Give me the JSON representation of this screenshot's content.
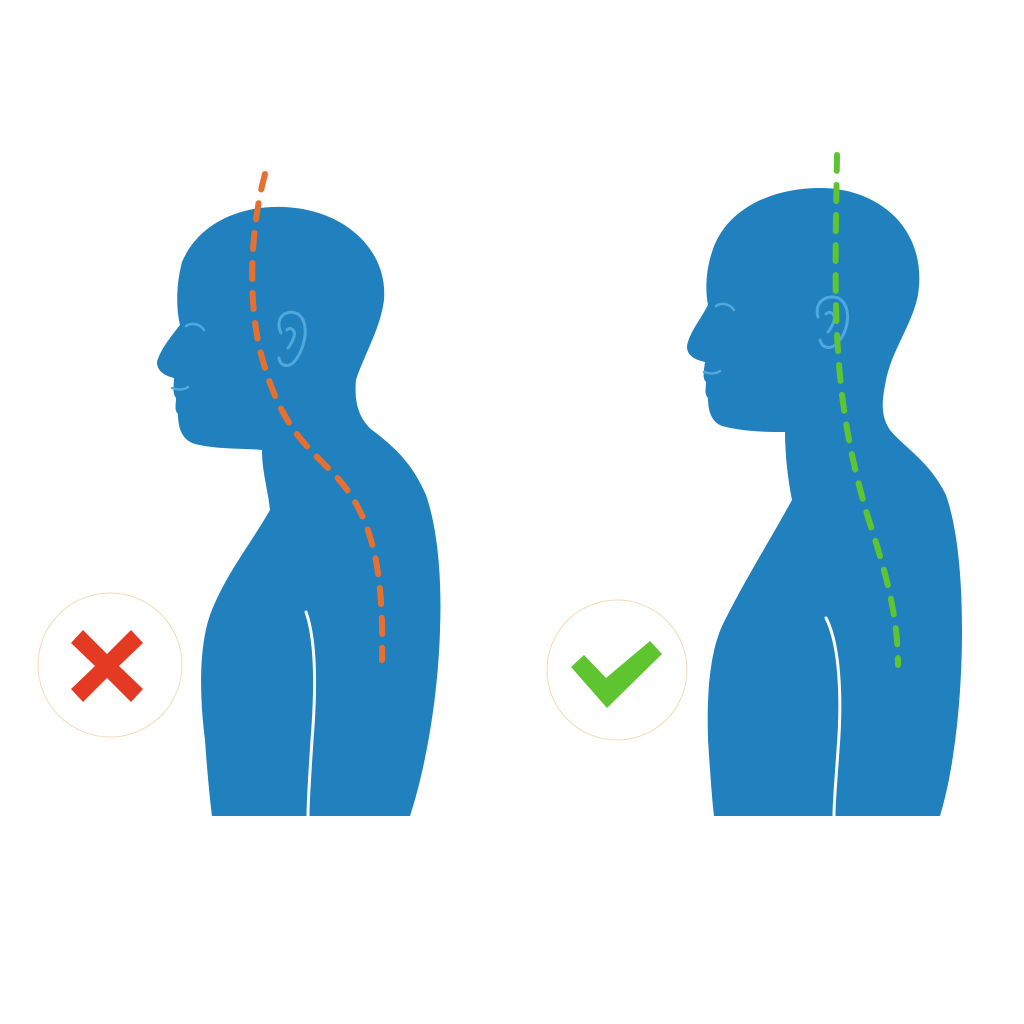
{
  "colors": {
    "body_fill": "#2181bf",
    "ear_stroke": "#4fa8de",
    "bad_spine": "#e8702f",
    "good_spine": "#5ec430",
    "bad_mark": "#e43a23",
    "good_mark": "#5ec430",
    "badge_border": "#f0dcb4"
  },
  "panels": [
    {
      "id": "bad-posture",
      "posture": "forward head",
      "status": "incorrect",
      "mark_icon": "cross-icon",
      "spine_color": "#e8702f"
    },
    {
      "id": "good-posture",
      "posture": "upright",
      "status": "correct",
      "mark_icon": "checkmark-icon",
      "spine_color": "#5ec430"
    }
  ]
}
